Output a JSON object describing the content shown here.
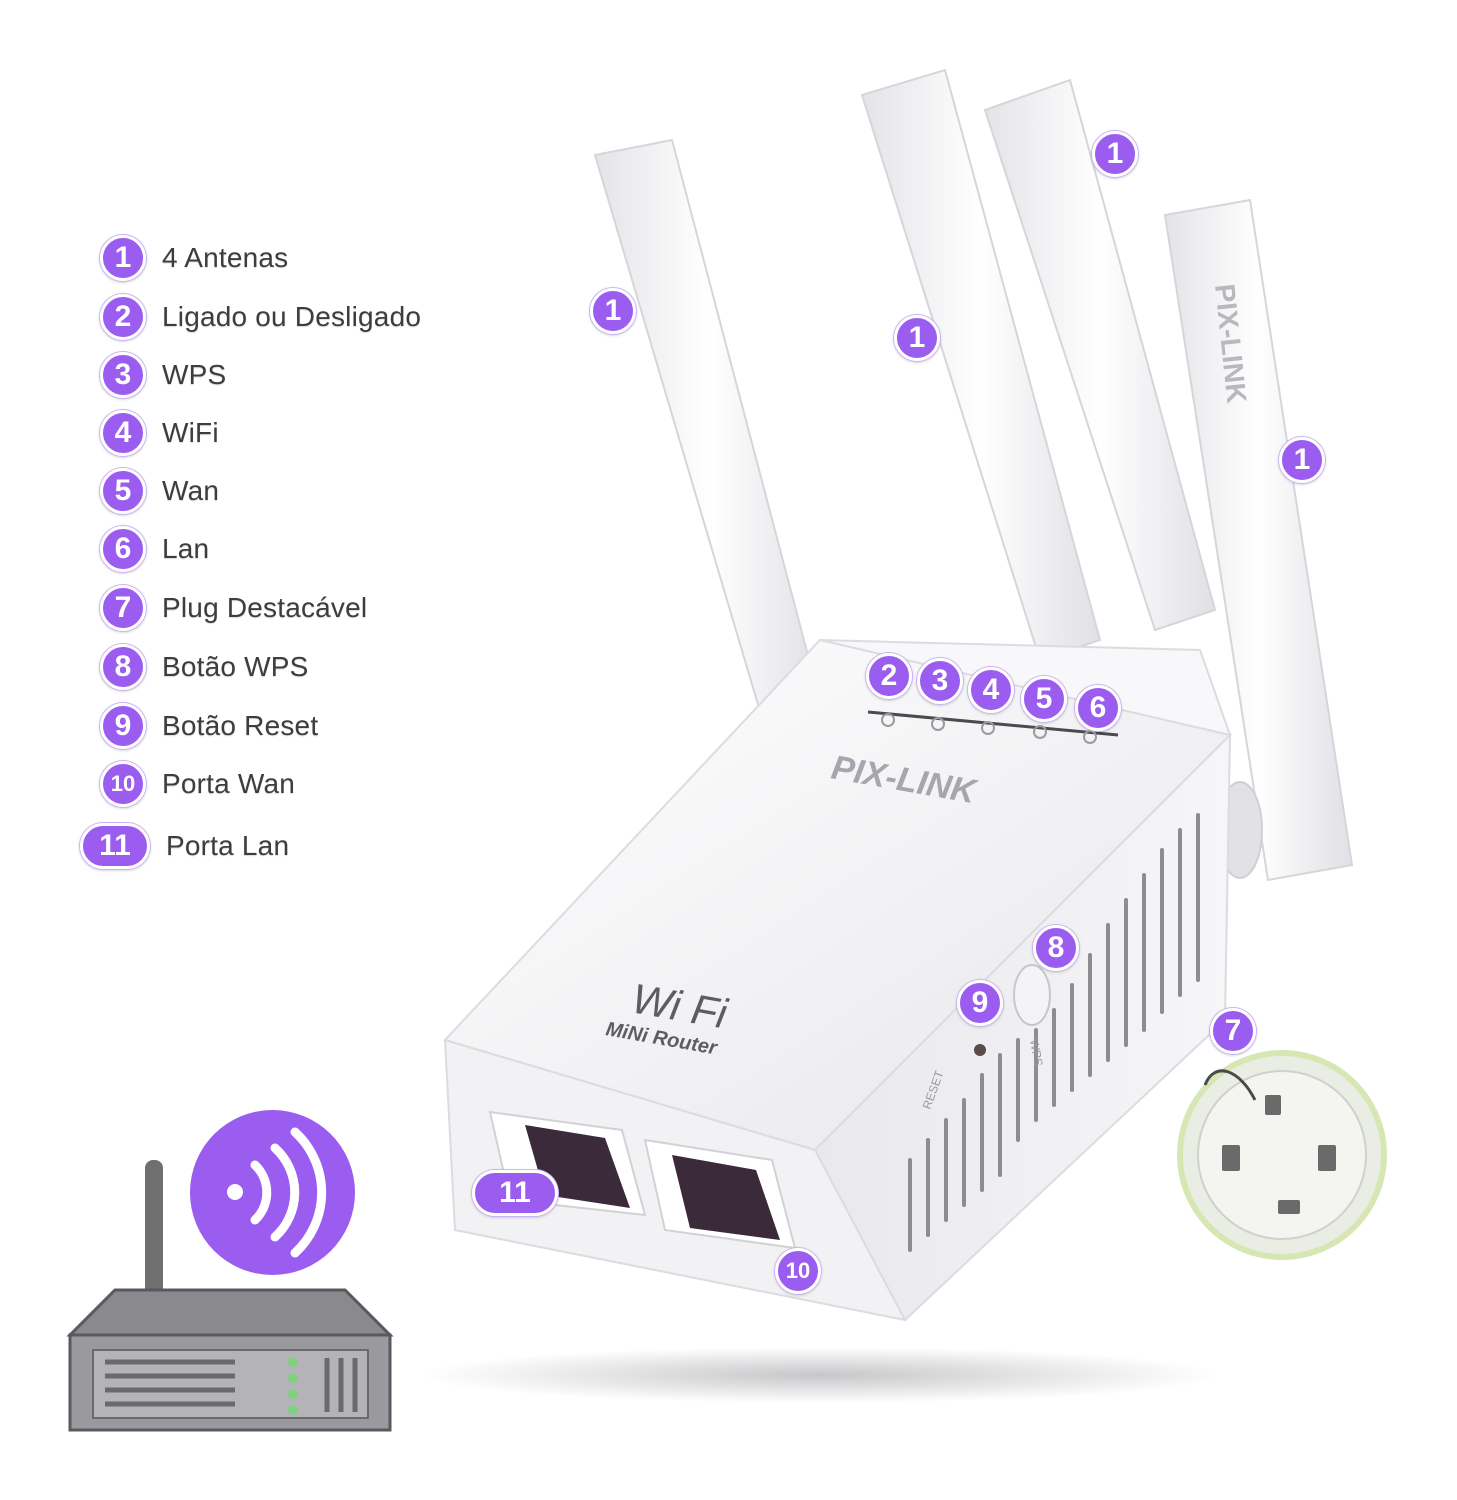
{
  "legend": {
    "items": [
      {
        "number": "1",
        "label": "4 Antenas"
      },
      {
        "number": "2",
        "label": "Ligado ou Desligado"
      },
      {
        "number": "3",
        "label": "WPS"
      },
      {
        "number": "4",
        "label": "WiFi"
      },
      {
        "number": "5",
        "label": "Wan"
      },
      {
        "number": "6",
        "label": "Lan"
      },
      {
        "number": "7",
        "label": "Plug Destacável"
      },
      {
        "number": "8",
        "label": "Botão WPS"
      },
      {
        "number": "9",
        "label": "Botão Reset"
      },
      {
        "number": "10",
        "label": "Porta Wan"
      },
      {
        "number": "11",
        "label": "Porta Lan"
      }
    ]
  },
  "device": {
    "brand": "PIX-LINK",
    "side_brand": "PIX-LINK",
    "logo_main": "Wi Fi",
    "logo_sub": "MiNi Router",
    "reset_label": "RESET",
    "wps_label": "WPS"
  },
  "callouts": {
    "antenna_1": "1",
    "antenna_2": "1",
    "antenna_3": "1",
    "antenna_4": "1",
    "led_power": "2",
    "led_wps": "3",
    "led_wifi": "4",
    "led_wan": "5",
    "led_lan": "6",
    "plug": "7",
    "wps_button": "8",
    "reset_button": "9",
    "wan_port": "10",
    "lan_port": "11"
  },
  "colors": {
    "accent": "#9b5cf0",
    "device_body": "#f4f4f6",
    "icon_gray": "#6f6f6f"
  },
  "icons": {
    "wifi": "wifi-signal-icon",
    "router": "router-icon"
  }
}
